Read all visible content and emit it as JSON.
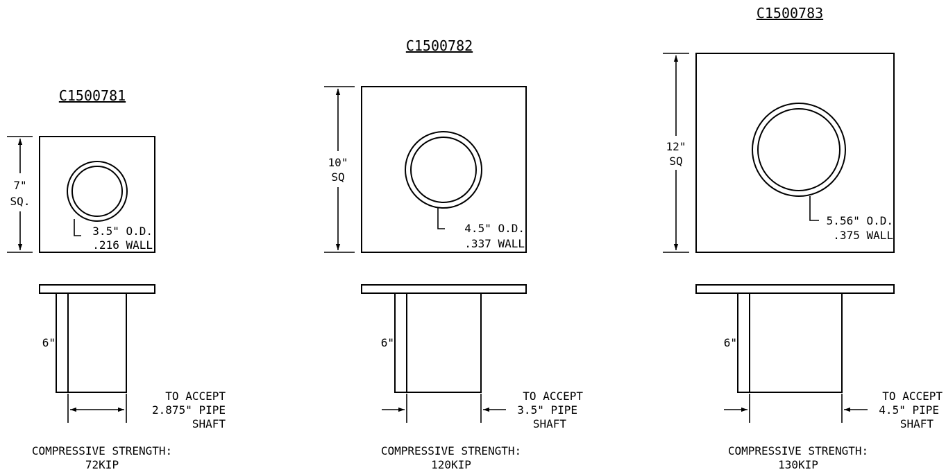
{
  "plates": [
    {
      "part_number": "C1500781",
      "plate_size": [
        "7\"",
        "SQ."
      ],
      "pipe_od": "3.5\" O.D.",
      "pipe_wall": ".216 WALL",
      "height": "6\"",
      "accept": [
        "TO ACCEPT",
        "2.875\" PIPE",
        "SHAFT"
      ],
      "strength_label": "COMPRESSIVE STRENGTH:",
      "strength_value": "72KIP"
    },
    {
      "part_number": "C1500782",
      "plate_size": [
        "10\"",
        "SQ"
      ],
      "pipe_od": "4.5\" O.D.",
      "pipe_wall": ".337 WALL",
      "height": "6\"",
      "accept": [
        "TO ACCEPT",
        "3.5\" PIPE",
        "SHAFT"
      ],
      "strength_label": "COMPRESSIVE STRENGTH:",
      "strength_value": "120KIP"
    },
    {
      "part_number": "C1500783",
      "plate_size": [
        "12\"",
        "SQ"
      ],
      "pipe_od": "5.56\" O.D.",
      "pipe_wall": ".375 WALL",
      "height": "6\"",
      "accept": [
        "TO ACCEPT",
        "4.5\" PIPE",
        "SHAFT"
      ],
      "strength_label": "COMPRESSIVE STRENGTH:",
      "strength_value": "130KIP"
    }
  ]
}
